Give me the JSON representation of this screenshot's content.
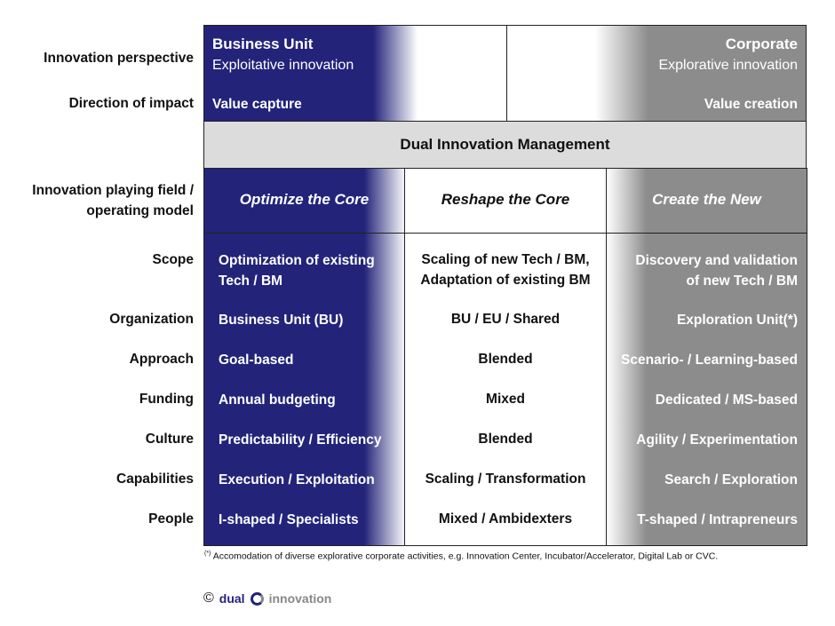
{
  "row_labels": {
    "perspective": "Innovation perspective",
    "direction": "Direction of impact",
    "playing_field_1": "Innovation playing field /",
    "playing_field_2": "operating model",
    "scope": "Scope",
    "organization": "Organization",
    "approach": "Approach",
    "funding": "Funding",
    "culture": "Culture",
    "capabilities": "Capabilities",
    "people": "People"
  },
  "top": {
    "left_title": "Business Unit",
    "left_sub": "Exploitative innovation",
    "left_impact": "Value capture",
    "right_title": "Corporate",
    "right_sub": "Explorative innovation",
    "right_impact": "Value creation"
  },
  "band": "Dual Innovation Management",
  "columns": [
    {
      "title": "Optimize the Core",
      "scope_1": "Optimization of existing",
      "scope_2": "Tech / BM",
      "organization": "Business Unit (BU)",
      "approach": "Goal-based",
      "funding": "Annual budgeting",
      "culture": "Predictability / Efficiency",
      "capabilities": "Execution / Exploitation",
      "people": "I-shaped / Specialists"
    },
    {
      "title": "Reshape the Core",
      "scope_1": "Scaling of new Tech / BM,",
      "scope_2": "Adaptation of existing BM",
      "organization": "BU / EU / Shared",
      "approach": "Blended",
      "funding": "Mixed",
      "culture": "Blended",
      "capabilities": "Scaling / Transformation",
      "people": "Mixed / Ambidexters"
    },
    {
      "title": "Create the New",
      "scope_1": "Discovery and validation",
      "scope_2": "of new Tech / BM",
      "organization": "Exploration Unit(*)",
      "approach": "Scenario- / Learning-based",
      "funding": "Dedicated / MS-based",
      "culture": "Agility / Experimentation",
      "capabilities": "Search / Exploration",
      "people": "T-shaped / Intrapreneurs"
    }
  ],
  "footnote_mark": "(*)",
  "footnote": "Accomodation of diverse explorative corporate activities, e.g. Innovation Center,  Incubator/Accelerator, Digital Lab or CVC.",
  "copyright": "©",
  "logo_left": "dual",
  "logo_right": "innovation",
  "colors": {
    "blue": "#23237a",
    "gray": "#8c8c8c",
    "band": "#dcdcdc"
  }
}
